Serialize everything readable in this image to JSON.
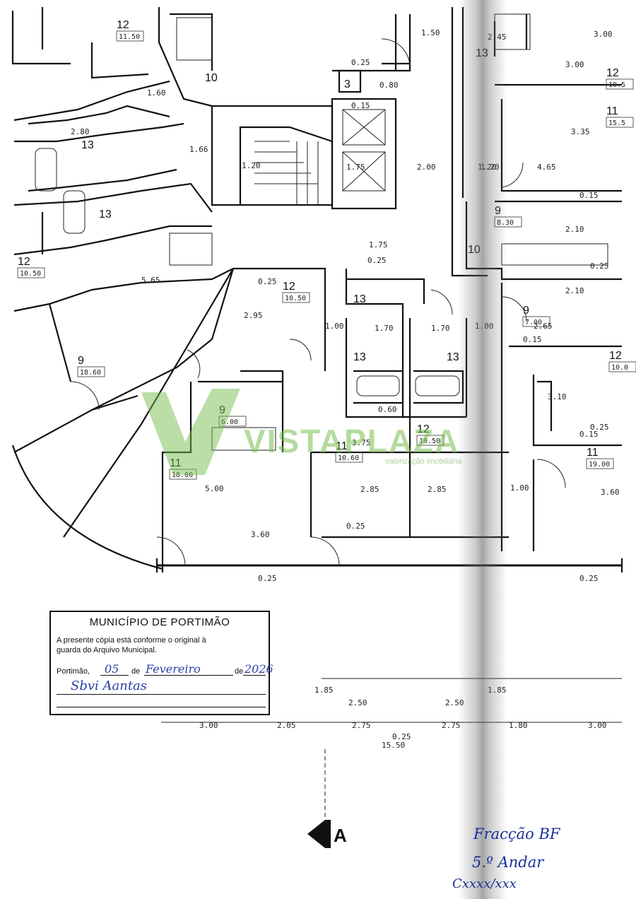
{
  "stamp": {
    "title": "MUNICÍPIO DE PORTIMÃO",
    "line1": "A presente cópia está conforme o original à",
    "line2": "guarda do Arquivo Municipal.",
    "place": "Portimão,",
    "day": "05",
    "de1": "de",
    "month": "Fevereiro",
    "de2": "de",
    "year": "2026",
    "signature": "Sbvi Aantas"
  },
  "watermark": {
    "brand": "VISTAPLAZA",
    "tagline": "valorização imobiliária"
  },
  "handwritten": {
    "line1": "Fracção BF",
    "line2": "5.º Andar",
    "line3": "Cxxxx/xxx"
  },
  "section_marker": "A",
  "room_labels": [
    {
      "num": "12",
      "area": "11.50"
    },
    {
      "num": "10",
      "area": ""
    },
    {
      "num": "13",
      "area": ""
    },
    {
      "num": "13",
      "area": ""
    },
    {
      "num": "12",
      "area": "10.50"
    },
    {
      "num": "9",
      "area": "18.60"
    },
    {
      "num": "12",
      "area": "10.50"
    },
    {
      "num": "13",
      "area": ""
    },
    {
      "num": "13",
      "area": ""
    },
    {
      "num": "13",
      "area": ""
    },
    {
      "num": "9",
      "area": "6.00"
    },
    {
      "num": "11",
      "area": "18.00"
    },
    {
      "num": "11",
      "area": "10.60"
    },
    {
      "num": "12",
      "area": "10.50"
    },
    {
      "num": "13",
      "area": ""
    },
    {
      "num": "12",
      "area": "10.5"
    },
    {
      "num": "11",
      "area": "15.5"
    },
    {
      "num": "9",
      "area": "8.30"
    },
    {
      "num": "10",
      "area": ""
    },
    {
      "num": "9",
      "area": "7.00"
    },
    {
      "num": "12",
      "area": "10.0"
    },
    {
      "num": "11",
      "area": "19.00"
    },
    {
      "num": "3",
      "area": ""
    }
  ],
  "dimensions": [
    "1.50",
    "2.45",
    "3.00",
    "3.00",
    "0.25",
    "0.80",
    "0.15",
    "1.60",
    "2.80",
    "1.66",
    "1.20",
    "1.20",
    "1.75",
    "2.00",
    "1.20",
    "4.65",
    "3.35",
    "0.25",
    "0.15",
    "1.75",
    "2.10",
    "0.25",
    "0.25",
    "2.95",
    "1.00",
    "1.70",
    "1.70",
    "1.00",
    "2.65",
    "2.10",
    "0.15",
    "0.60",
    "3.10",
    "0.15",
    "5.65",
    "5.00",
    "3.60",
    "2.85",
    "2.85",
    "3.75",
    "1.00",
    "3.60",
    "0.25",
    "0.25",
    "0.25",
    "0.25",
    "2.50",
    "2.50",
    "3.00",
    "2.05",
    "2.75",
    "2.75",
    "1.80",
    "3.00",
    "15.50",
    "0.25",
    "1.85",
    "1.85"
  ]
}
